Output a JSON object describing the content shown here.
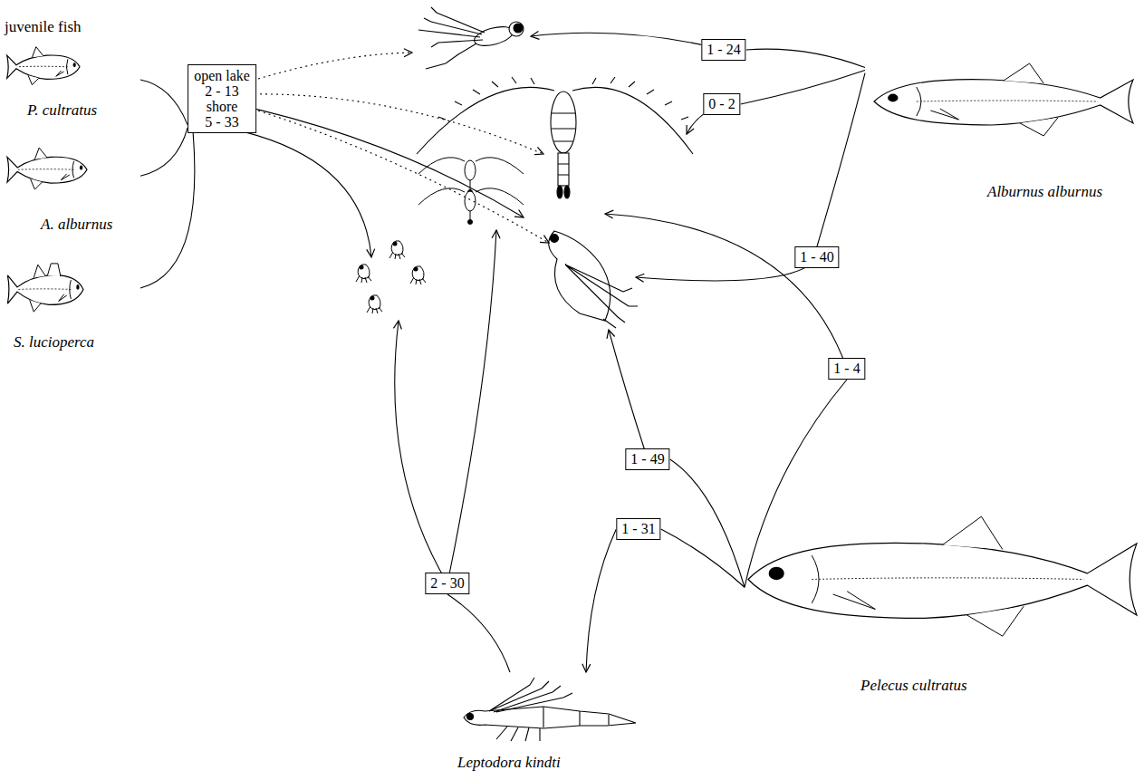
{
  "diagram": {
    "nodes": [
      {
        "text": [
          "P. cultratus"
        ]
      },
      {
        "text": [
          "A. alburnus"
        ]
      },
      {
        "text": [
          "S. lucioperca"
        ]
      },
      {
        "text": [
          "open lake",
          "2 - 13",
          "shore",
          "5 - 33"
        ]
      },
      {
        "text": [
          "1 - 24"
        ]
      },
      {
        "text": [
          "0 - 2"
        ]
      },
      {
        "text": [
          "Alburnus alburnus"
        ]
      },
      {
        "text": [
          "1 - 40"
        ]
      },
      {
        "text": [
          "1 - 4"
        ]
      },
      {
        "text": [
          "1 - 49"
        ]
      },
      {
        "text": [
          "1 - 31"
        ]
      },
      {
        "text": [
          "Pelecus cultratus"
        ]
      },
      {
        "text": [
          "2 - 30"
        ]
      },
      {
        "text": [
          "Leptodora kindti"
        ]
      }
    ],
    "edges": [
      {
        "from": 0,
        "to": 3,
        "arrow": "none"
      },
      {
        "from": 1,
        "to": 3,
        "arrow": "none"
      },
      {
        "from": 2,
        "to": 3,
        "arrow": "none"
      },
      {
        "from": 6,
        "to": 4,
        "arrow": "none"
      },
      {
        "from": 6,
        "to": 5,
        "arrow": "none"
      },
      {
        "from": 6,
        "to": 7,
        "arrow": "none"
      },
      {
        "from": 11,
        "to": 8,
        "arrow": "none"
      },
      {
        "from": 11,
        "to": 9,
        "arrow": "none"
      },
      {
        "from": 11,
        "to": 10,
        "arrow": "none"
      },
      {
        "from": 10,
        "to": 13,
        "arrow": "to"
      },
      {
        "from": 13,
        "to": 12,
        "arrow": "none"
      }
    ],
    "labels": [
      "juvenile fish"
    ]
  }
}
